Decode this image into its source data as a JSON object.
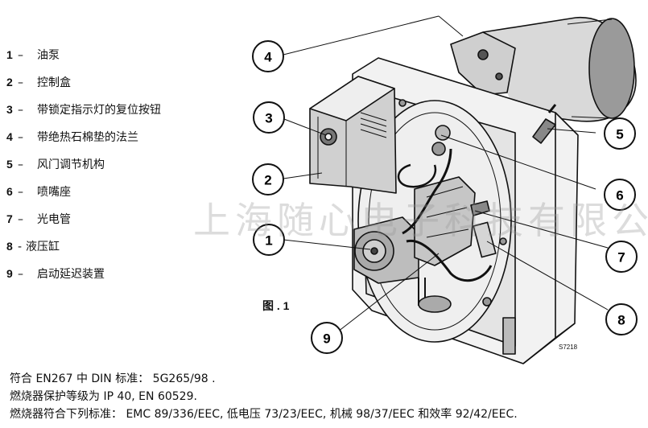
{
  "legend": [
    {
      "num": "1",
      "sep": "–",
      "text": "油泵"
    },
    {
      "num": "2",
      "sep": "–",
      "text": "控制盒"
    },
    {
      "num": "3",
      "sep": "–",
      "text": "带锁定指示灯的复位按钮"
    },
    {
      "num": "4",
      "sep": "–",
      "text": "带绝热石棉垫的法兰"
    },
    {
      "num": "5",
      "sep": "–",
      "text": "风门调节机构"
    },
    {
      "num": "6",
      "sep": "–",
      "text": "喷嘴座"
    },
    {
      "num": "7",
      "sep": "–",
      "text": "光电管"
    },
    {
      "num": "8",
      "sep": "-",
      "text": "液压缸"
    },
    {
      "num": "9",
      "sep": "–",
      "text": "启动延迟装置"
    }
  ],
  "figure": {
    "label": "图 . 1",
    "code": "S7218",
    "callouts": [
      "1",
      "2",
      "3",
      "4",
      "5",
      "6",
      "7",
      "8",
      "9"
    ]
  },
  "watermark": "上海随心电子科技有限公司",
  "notes": [
    "符合 EN267 中 DIN 标准： 5G265/98 .",
    "燃烧器保护等级为 IP 40, EN 60529.",
    "燃烧器符合下列标准： EMC 89/336/EEC, 低电压 73/23/EEC, 机械 98/37/EEC 和效率 92/42/EEC."
  ]
}
